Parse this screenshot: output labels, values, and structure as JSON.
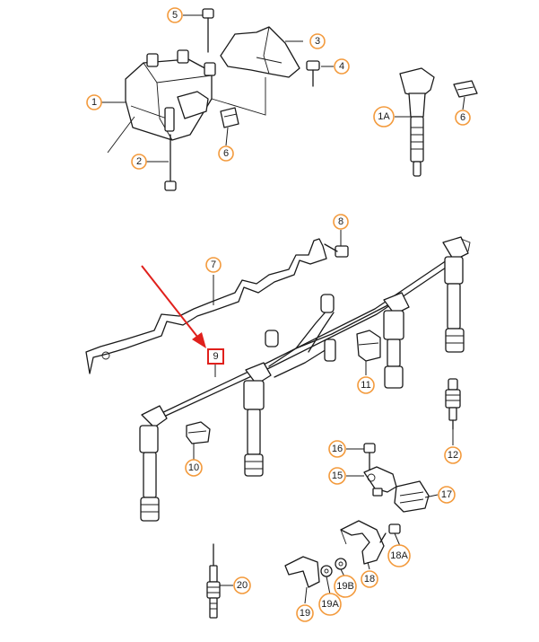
{
  "callouts": [
    {
      "id": "c5",
      "text": "5"
    },
    {
      "id": "c3",
      "text": "3"
    },
    {
      "id": "c4",
      "text": "4"
    },
    {
      "id": "c1",
      "text": "1"
    },
    {
      "id": "c6a",
      "text": "6"
    },
    {
      "id": "c2",
      "text": "2"
    },
    {
      "id": "c1A",
      "text": "1A"
    },
    {
      "id": "c6b",
      "text": "6"
    },
    {
      "id": "c8",
      "text": "8"
    },
    {
      "id": "c7",
      "text": "7"
    },
    {
      "id": "c9",
      "text": "9"
    },
    {
      "id": "c11",
      "text": "11"
    },
    {
      "id": "c10",
      "text": "10"
    },
    {
      "id": "c12",
      "text": "12"
    },
    {
      "id": "c16",
      "text": "16"
    },
    {
      "id": "c15",
      "text": "15"
    },
    {
      "id": "c17",
      "text": "17"
    },
    {
      "id": "c18A",
      "text": "18A"
    },
    {
      "id": "c18",
      "text": "18"
    },
    {
      "id": "c19B",
      "text": "19B"
    },
    {
      "id": "c19A",
      "text": "19A"
    },
    {
      "id": "c19",
      "text": "19"
    },
    {
      "id": "c20",
      "text": "20"
    }
  ],
  "colors": {
    "callout_ring": "#f39a3c",
    "highlight": "#e0201c",
    "line": "#1a1a1a",
    "background": "#ffffff"
  },
  "highlighted_callout": "9"
}
